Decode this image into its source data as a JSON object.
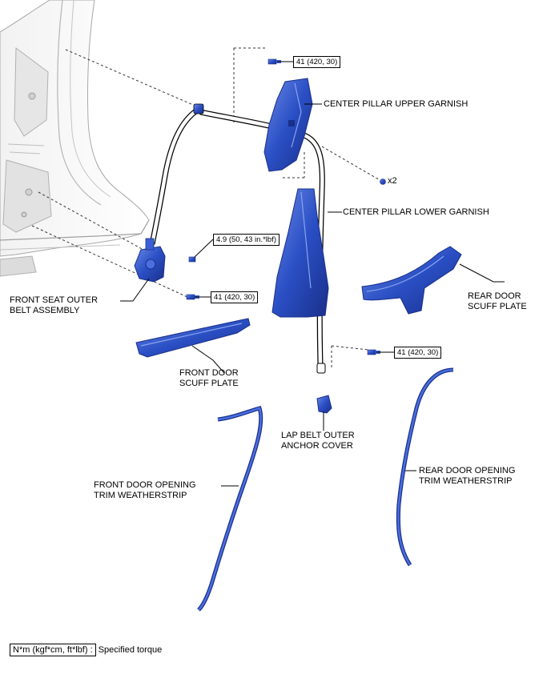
{
  "labels": {
    "center_pillar_upper_garnish": "CENTER PILLAR UPPER GARNISH",
    "center_pillar_lower_garnish": "CENTER PILLAR LOWER GARNISH",
    "front_seat_outer_belt_line1": "FRONT SEAT OUTER",
    "front_seat_outer_belt_line2": "BELT ASSEMBLY",
    "rear_door_scuff_line1": "REAR DOOR",
    "rear_door_scuff_line2": "SCUFF PLATE",
    "front_door_scuff_line1": "FRONT DOOR",
    "front_door_scuff_line2": "SCUFF PLATE",
    "lap_belt_cover_line1": "LAP BELT OUTER",
    "lap_belt_cover_line2": "ANCHOR COVER",
    "front_door_weatherstrip_line1": "FRONT DOOR OPENING",
    "front_door_weatherstrip_line2": "TRIM WEATHERSTRIP",
    "rear_door_weatherstrip_line1": "REAR DOOR OPENING",
    "rear_door_weatherstrip_line2": "TRIM WEATHERSTRIP",
    "clip_count": "x2"
  },
  "torques": {
    "upper_anchor": "41 (420, 30)",
    "retractor_bolt": "4.9 (50, 43 in.*lbf)",
    "retractor_anchor": "41 (420, 30)",
    "lower_anchor": "41 (420, 30)"
  },
  "legend": {
    "unit": "N*m (kgf*cm, ft*lbf) :",
    "description": "Specified torque"
  },
  "colors": {
    "part_blue": "#2a4fc4",
    "part_dark": "#1a2f8a",
    "part_light": "#6a8ae8",
    "body_gray": "#d6d6d6",
    "body_line": "#a8a8a8"
  }
}
